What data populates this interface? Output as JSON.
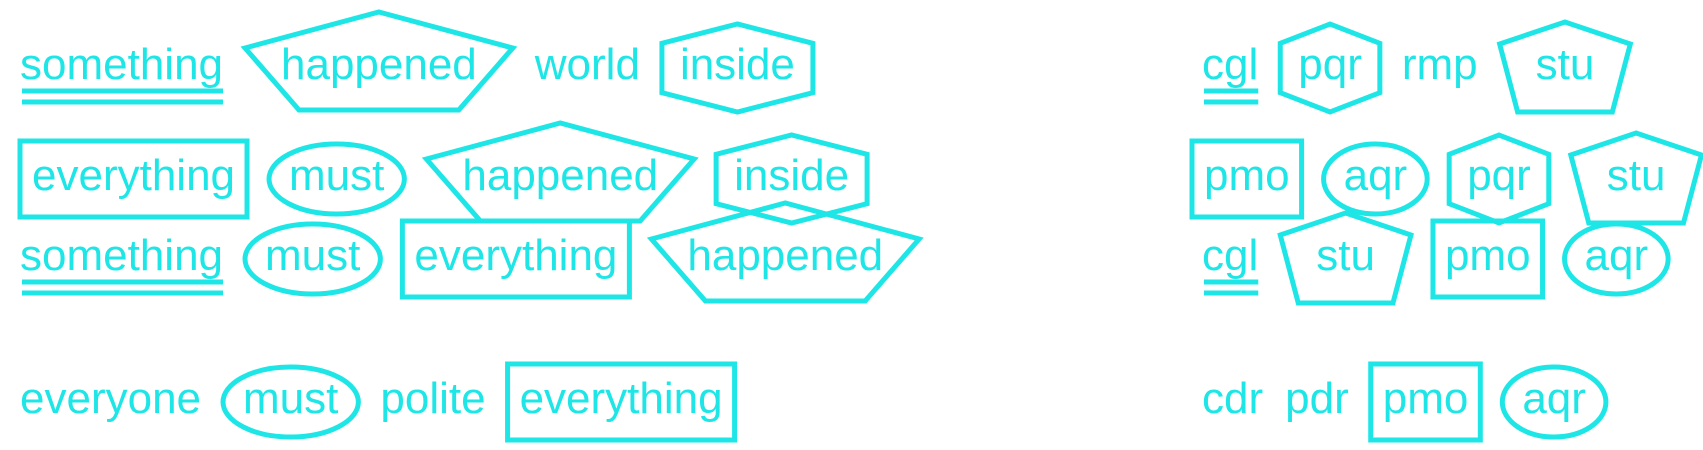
{
  "colors": {
    "stroke": "#1ee6e6",
    "text": "#1ee6e6",
    "background": "#ffffff"
  },
  "left_rows": [
    [
      {
        "text": "something",
        "deco": "double-underline"
      },
      {
        "text": "happened",
        "deco": "pentagon-inverted"
      },
      {
        "text": "world",
        "deco": "none"
      },
      {
        "text": "inside",
        "deco": "hexagon"
      }
    ],
    [
      {
        "text": "everything",
        "deco": "rectangle"
      },
      {
        "text": "must",
        "deco": "ellipse"
      },
      {
        "text": "happened",
        "deco": "pentagon-inverted"
      },
      {
        "text": "inside",
        "deco": "hexagon"
      }
    ],
    [
      {
        "text": "something",
        "deco": "double-underline"
      },
      {
        "text": "must",
        "deco": "ellipse"
      },
      {
        "text": "everything",
        "deco": "rectangle"
      },
      {
        "text": "happened",
        "deco": "pentagon-inverted"
      }
    ],
    [
      {
        "text": "everyone",
        "deco": "none"
      },
      {
        "text": "must",
        "deco": "ellipse"
      },
      {
        "text": "polite",
        "deco": "none"
      },
      {
        "text": "everything",
        "deco": "rectangle"
      }
    ]
  ],
  "right_rows": [
    [
      {
        "text": "cgl",
        "deco": "double-underline"
      },
      {
        "text": "pqr",
        "deco": "hexagon"
      },
      {
        "text": "rmp",
        "deco": "none"
      },
      {
        "text": "stu",
        "deco": "pentagon"
      }
    ],
    [
      {
        "text": "pmo",
        "deco": "rectangle"
      },
      {
        "text": "aqr",
        "deco": "ellipse"
      },
      {
        "text": "pqr",
        "deco": "hexagon"
      },
      {
        "text": "stu",
        "deco": "pentagon"
      }
    ],
    [
      {
        "text": "cgl",
        "deco": "double-underline"
      },
      {
        "text": "stu",
        "deco": "pentagon"
      },
      {
        "text": "pmo",
        "deco": "rectangle"
      },
      {
        "text": "aqr",
        "deco": "ellipse"
      }
    ],
    [
      {
        "text": "cdr",
        "deco": "none"
      },
      {
        "text": "pdr",
        "deco": "none"
      },
      {
        "text": "pmo",
        "deco": "rectangle"
      },
      {
        "text": "aqr",
        "deco": "ellipse"
      }
    ]
  ]
}
